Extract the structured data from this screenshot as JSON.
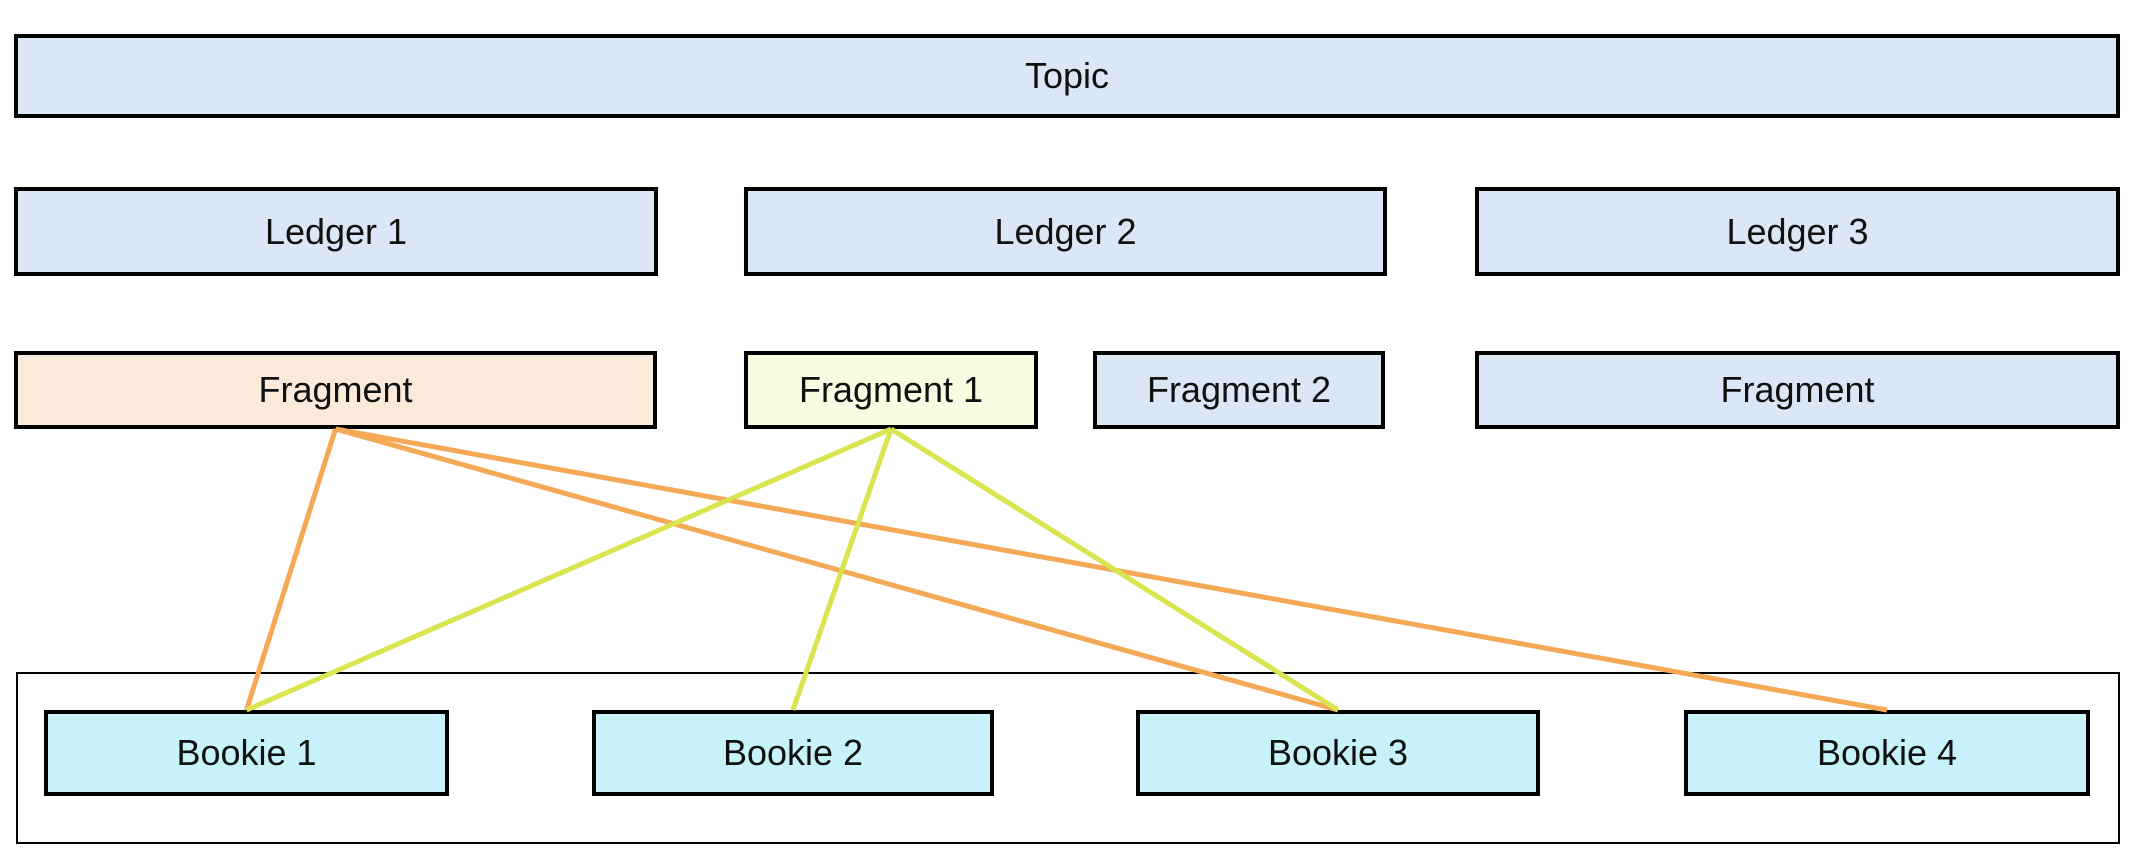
{
  "diagram": {
    "topic": {
      "label": "Topic"
    },
    "ledgers": [
      {
        "label": "Ledger 1"
      },
      {
        "label": "Ledger 2"
      },
      {
        "label": "Ledger 3"
      }
    ],
    "fragments": [
      {
        "label": "Fragment",
        "variant": "peach"
      },
      {
        "label": "Fragment 1",
        "variant": "yellow"
      },
      {
        "label": "Fragment 2",
        "variant": "blue"
      },
      {
        "label": "Fragment",
        "variant": "blue"
      }
    ],
    "bookies": [
      {
        "label": "Bookie 1"
      },
      {
        "label": "Bookie 2"
      },
      {
        "label": "Bookie 3"
      },
      {
        "label": "Bookie 4"
      }
    ],
    "edges": [
      {
        "from": "fragment-0",
        "to": "bookie-0",
        "color": "orange"
      },
      {
        "from": "fragment-0",
        "to": "bookie-2",
        "color": "orange"
      },
      {
        "from": "fragment-0",
        "to": "bookie-3",
        "color": "orange"
      },
      {
        "from": "fragment-1",
        "to": "bookie-0",
        "color": "yellowgreen"
      },
      {
        "from": "fragment-1",
        "to": "bookie-1",
        "color": "yellowgreen"
      },
      {
        "from": "fragment-1",
        "to": "bookie-2",
        "color": "yellowgreen"
      }
    ],
    "colors": {
      "blue_fill": "#dbe6f7",
      "peach_fill": "#fbeada",
      "yellow_fill": "#fafce2",
      "cyan_fill": "#c8f2fa",
      "box_border": "#000000",
      "orange": "#f5a855",
      "yellowgreen": "#d9e44f"
    },
    "edge_stroke_width": 5
  }
}
